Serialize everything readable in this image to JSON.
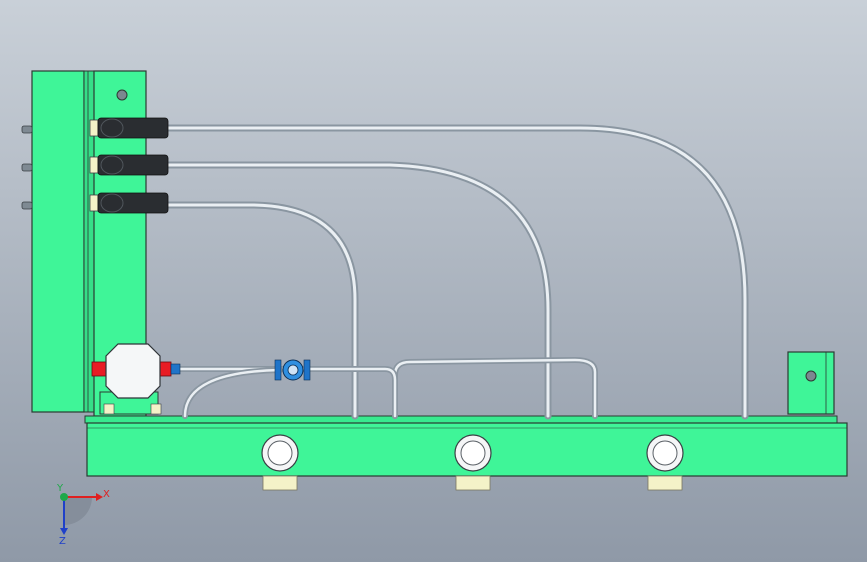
{
  "viewport": {
    "background_top": "#c9d0d8",
    "background_bottom": "#8f99a7"
  },
  "colors": {
    "body_green": "#3ff598",
    "body_green_dark": "#2fcf7e",
    "edge": "#2b3a32",
    "tube_light": "#e9eef2",
    "tube_dark": "#8a96a1",
    "fitting_black": "#2a2d31",
    "fitting_yellow": "#f4f2c8",
    "connector_red": "#e81c24",
    "connector_blue": "#1f74c9"
  },
  "triad": {
    "x_label": "X",
    "y_label": "Y",
    "z_label": "Z",
    "x_color": "#e02020",
    "y_color": "#1fa84a",
    "z_color": "#1f40c9"
  },
  "components": {
    "icons": [
      "pressure-valve-icon",
      "coupling-icon",
      "port-fitting-icon",
      "mounting-hole-icon"
    ]
  }
}
